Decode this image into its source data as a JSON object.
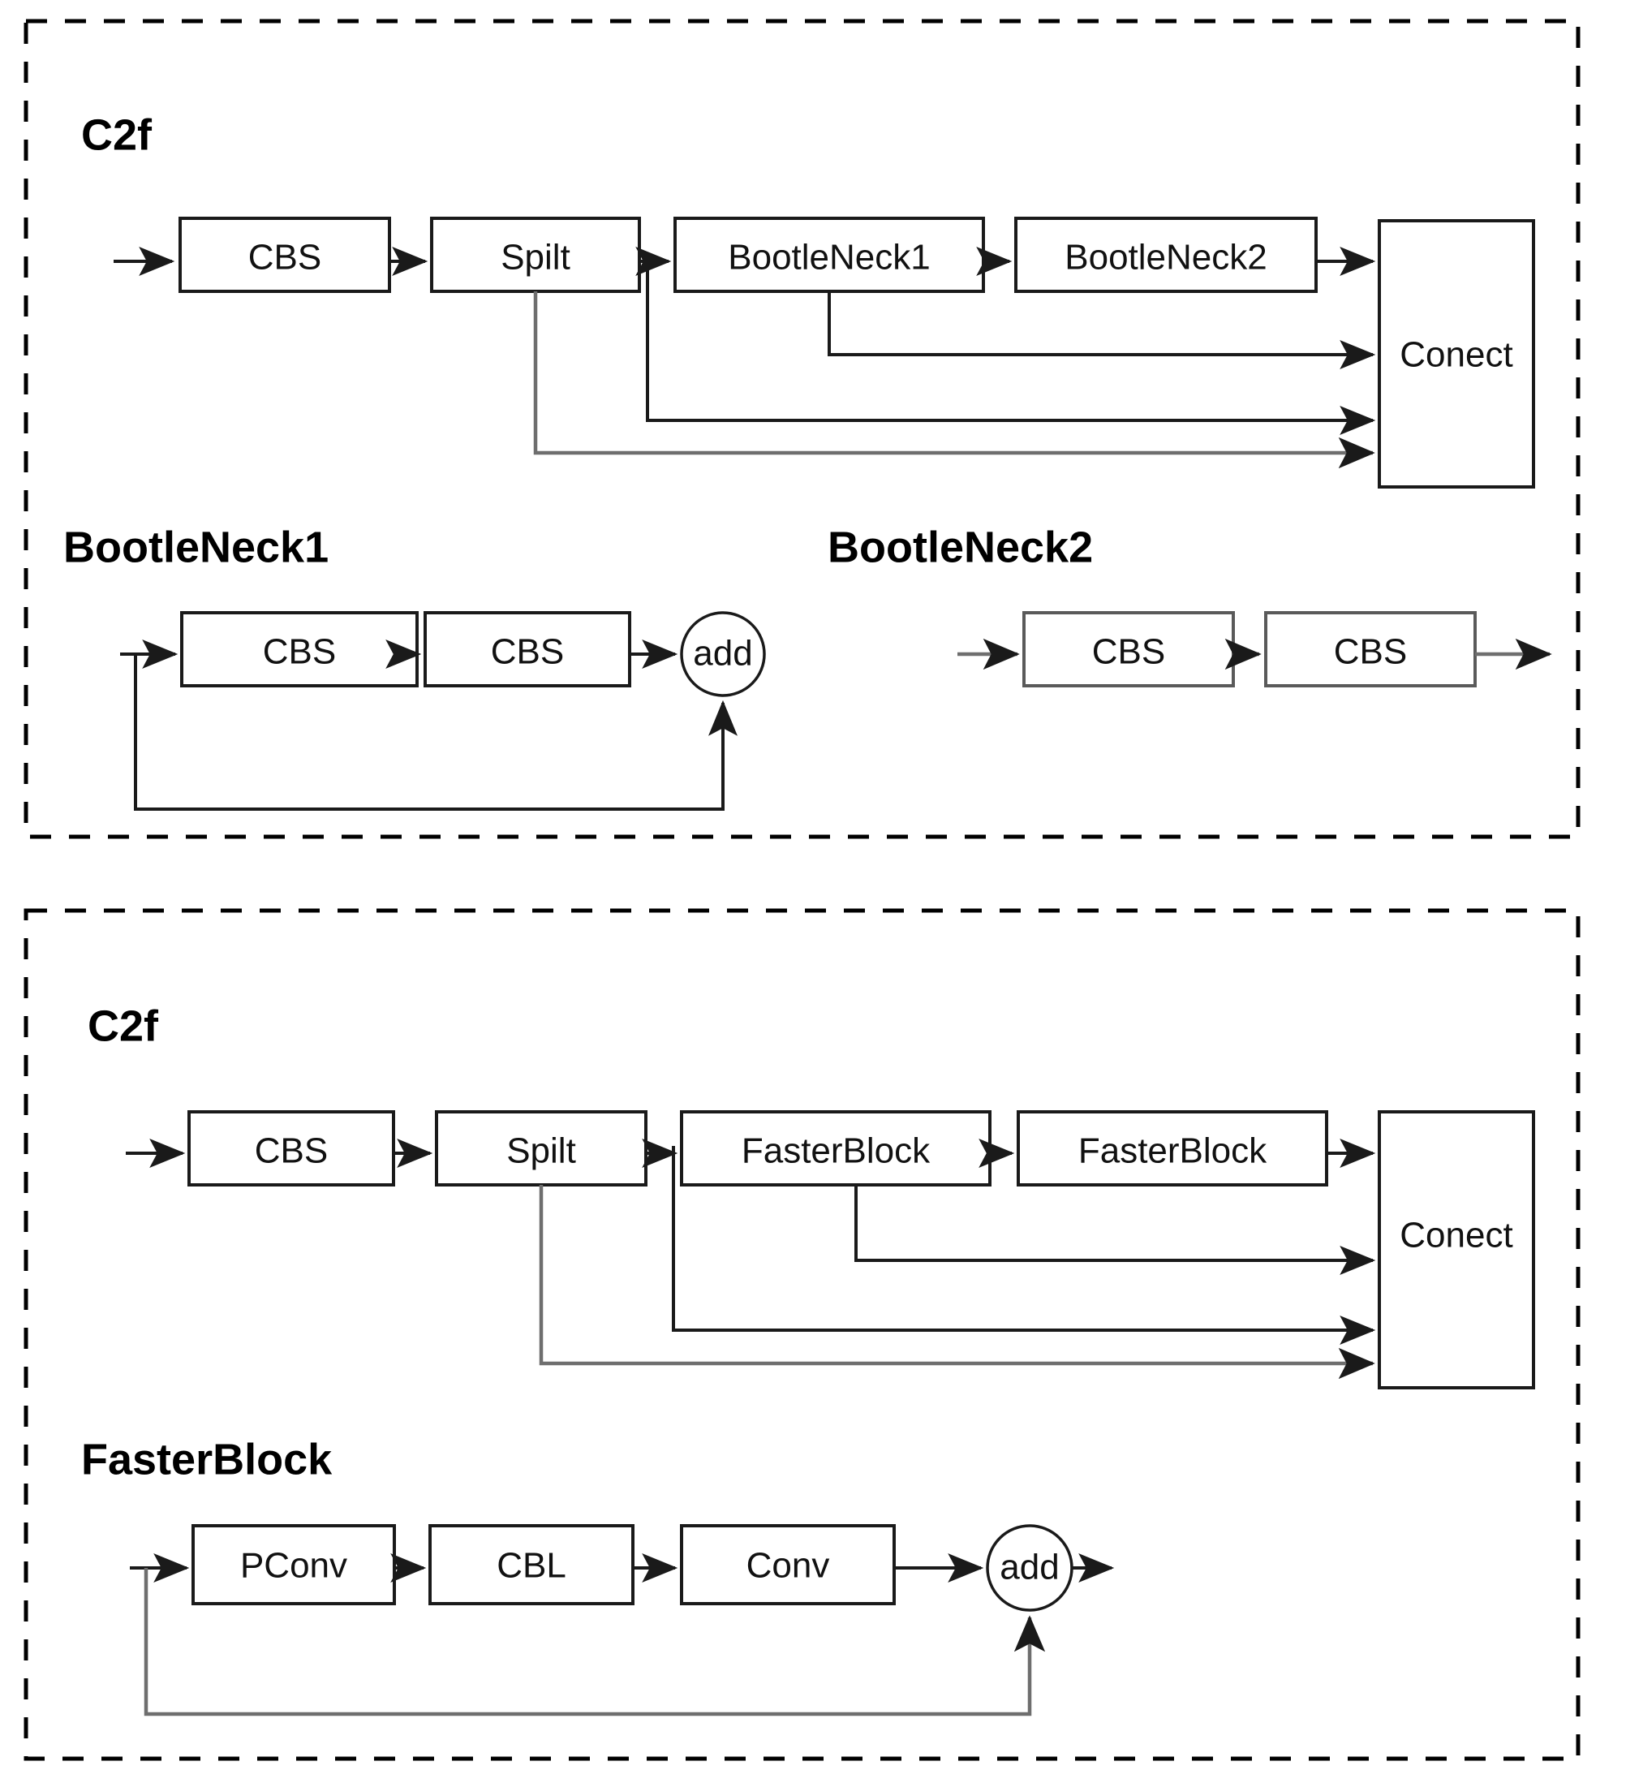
{
  "figure": {
    "type": "block-diagram",
    "description": "Two dashed panels comparing the original YOLO C2f module with a FasterBlock-based C2f module"
  },
  "panels": [
    {
      "id": "panel-original",
      "sections": [
        {
          "id": "c2f-original",
          "title": "C2f",
          "nodes": [
            {
              "id": "cbs",
              "label": "CBS"
            },
            {
              "id": "spilt",
              "label": "Spilt"
            },
            {
              "id": "bn1",
              "label": "BootleNeck1"
            },
            {
              "id": "bn2",
              "label": "BootleNeck2"
            },
            {
              "id": "conect",
              "label": "Conect"
            }
          ]
        },
        {
          "id": "bootleneck1",
          "title": "BootleNeck1",
          "nodes": [
            {
              "id": "cbs-a",
              "label": "CBS"
            },
            {
              "id": "cbs-b",
              "label": "CBS"
            },
            {
              "id": "add",
              "label": "add"
            }
          ]
        },
        {
          "id": "bootleneck2",
          "title": "BootleNeck2",
          "nodes": [
            {
              "id": "cbs-c",
              "label": "CBS"
            },
            {
              "id": "cbs-d",
              "label": "CBS"
            }
          ]
        }
      ]
    },
    {
      "id": "panel-improved",
      "sections": [
        {
          "id": "c2f-improved",
          "title": "C2f",
          "nodes": [
            {
              "id": "cbs2",
              "label": "CBS"
            },
            {
              "id": "spilt2",
              "label": "Spilt"
            },
            {
              "id": "fb1",
              "label": "FasterBlock"
            },
            {
              "id": "fb2",
              "label": "FasterBlock"
            },
            {
              "id": "conect2",
              "label": "Conect"
            }
          ]
        },
        {
          "id": "fasterblock",
          "title": "FasterBlock",
          "nodes": [
            {
              "id": "pconv",
              "label": "PConv"
            },
            {
              "id": "cbl",
              "label": "CBL"
            },
            {
              "id": "conv",
              "label": "Conv"
            },
            {
              "id": "add2",
              "label": "add"
            }
          ]
        }
      ]
    }
  ],
  "colors": {
    "stroke_black": "#1a1a1a",
    "stroke_gray": "#6e6e6e",
    "panel_dash": "#000000",
    "background": "#ffffff"
  }
}
